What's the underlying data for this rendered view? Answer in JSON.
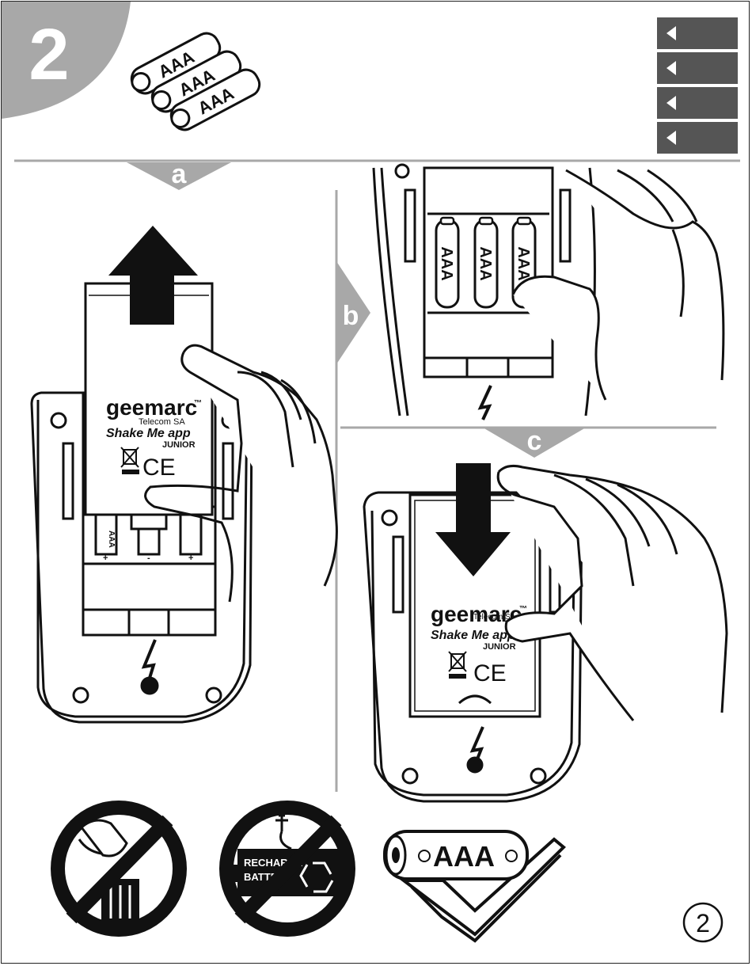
{
  "step": {
    "number": "2",
    "battery_type": "AAA",
    "page_number": "2"
  },
  "sub_steps": {
    "a": "a",
    "b": "b",
    "c": "c"
  },
  "brand": {
    "name": "geemarc",
    "trademark": "™",
    "company": "Telecom SA",
    "product": "Shake Me app",
    "model": "JUNIOR",
    "ce_mark": "CE"
  },
  "compartment": {
    "polarity_plus": "+",
    "polarity_minus": "-"
  },
  "warnings": {
    "rechargeable_label_line1": "RECHARGE",
    "rechargeable_label_line2": "BATTE"
  },
  "language_tabs": [
    {
      "icon": "triangle-left-icon"
    },
    {
      "icon": "triangle-left-icon"
    },
    {
      "icon": "triangle-left-icon"
    },
    {
      "icon": "triangle-left-icon"
    }
  ],
  "colors": {
    "grey": "#a8a8a8",
    "tab": "#555555",
    "line": "#111111"
  }
}
